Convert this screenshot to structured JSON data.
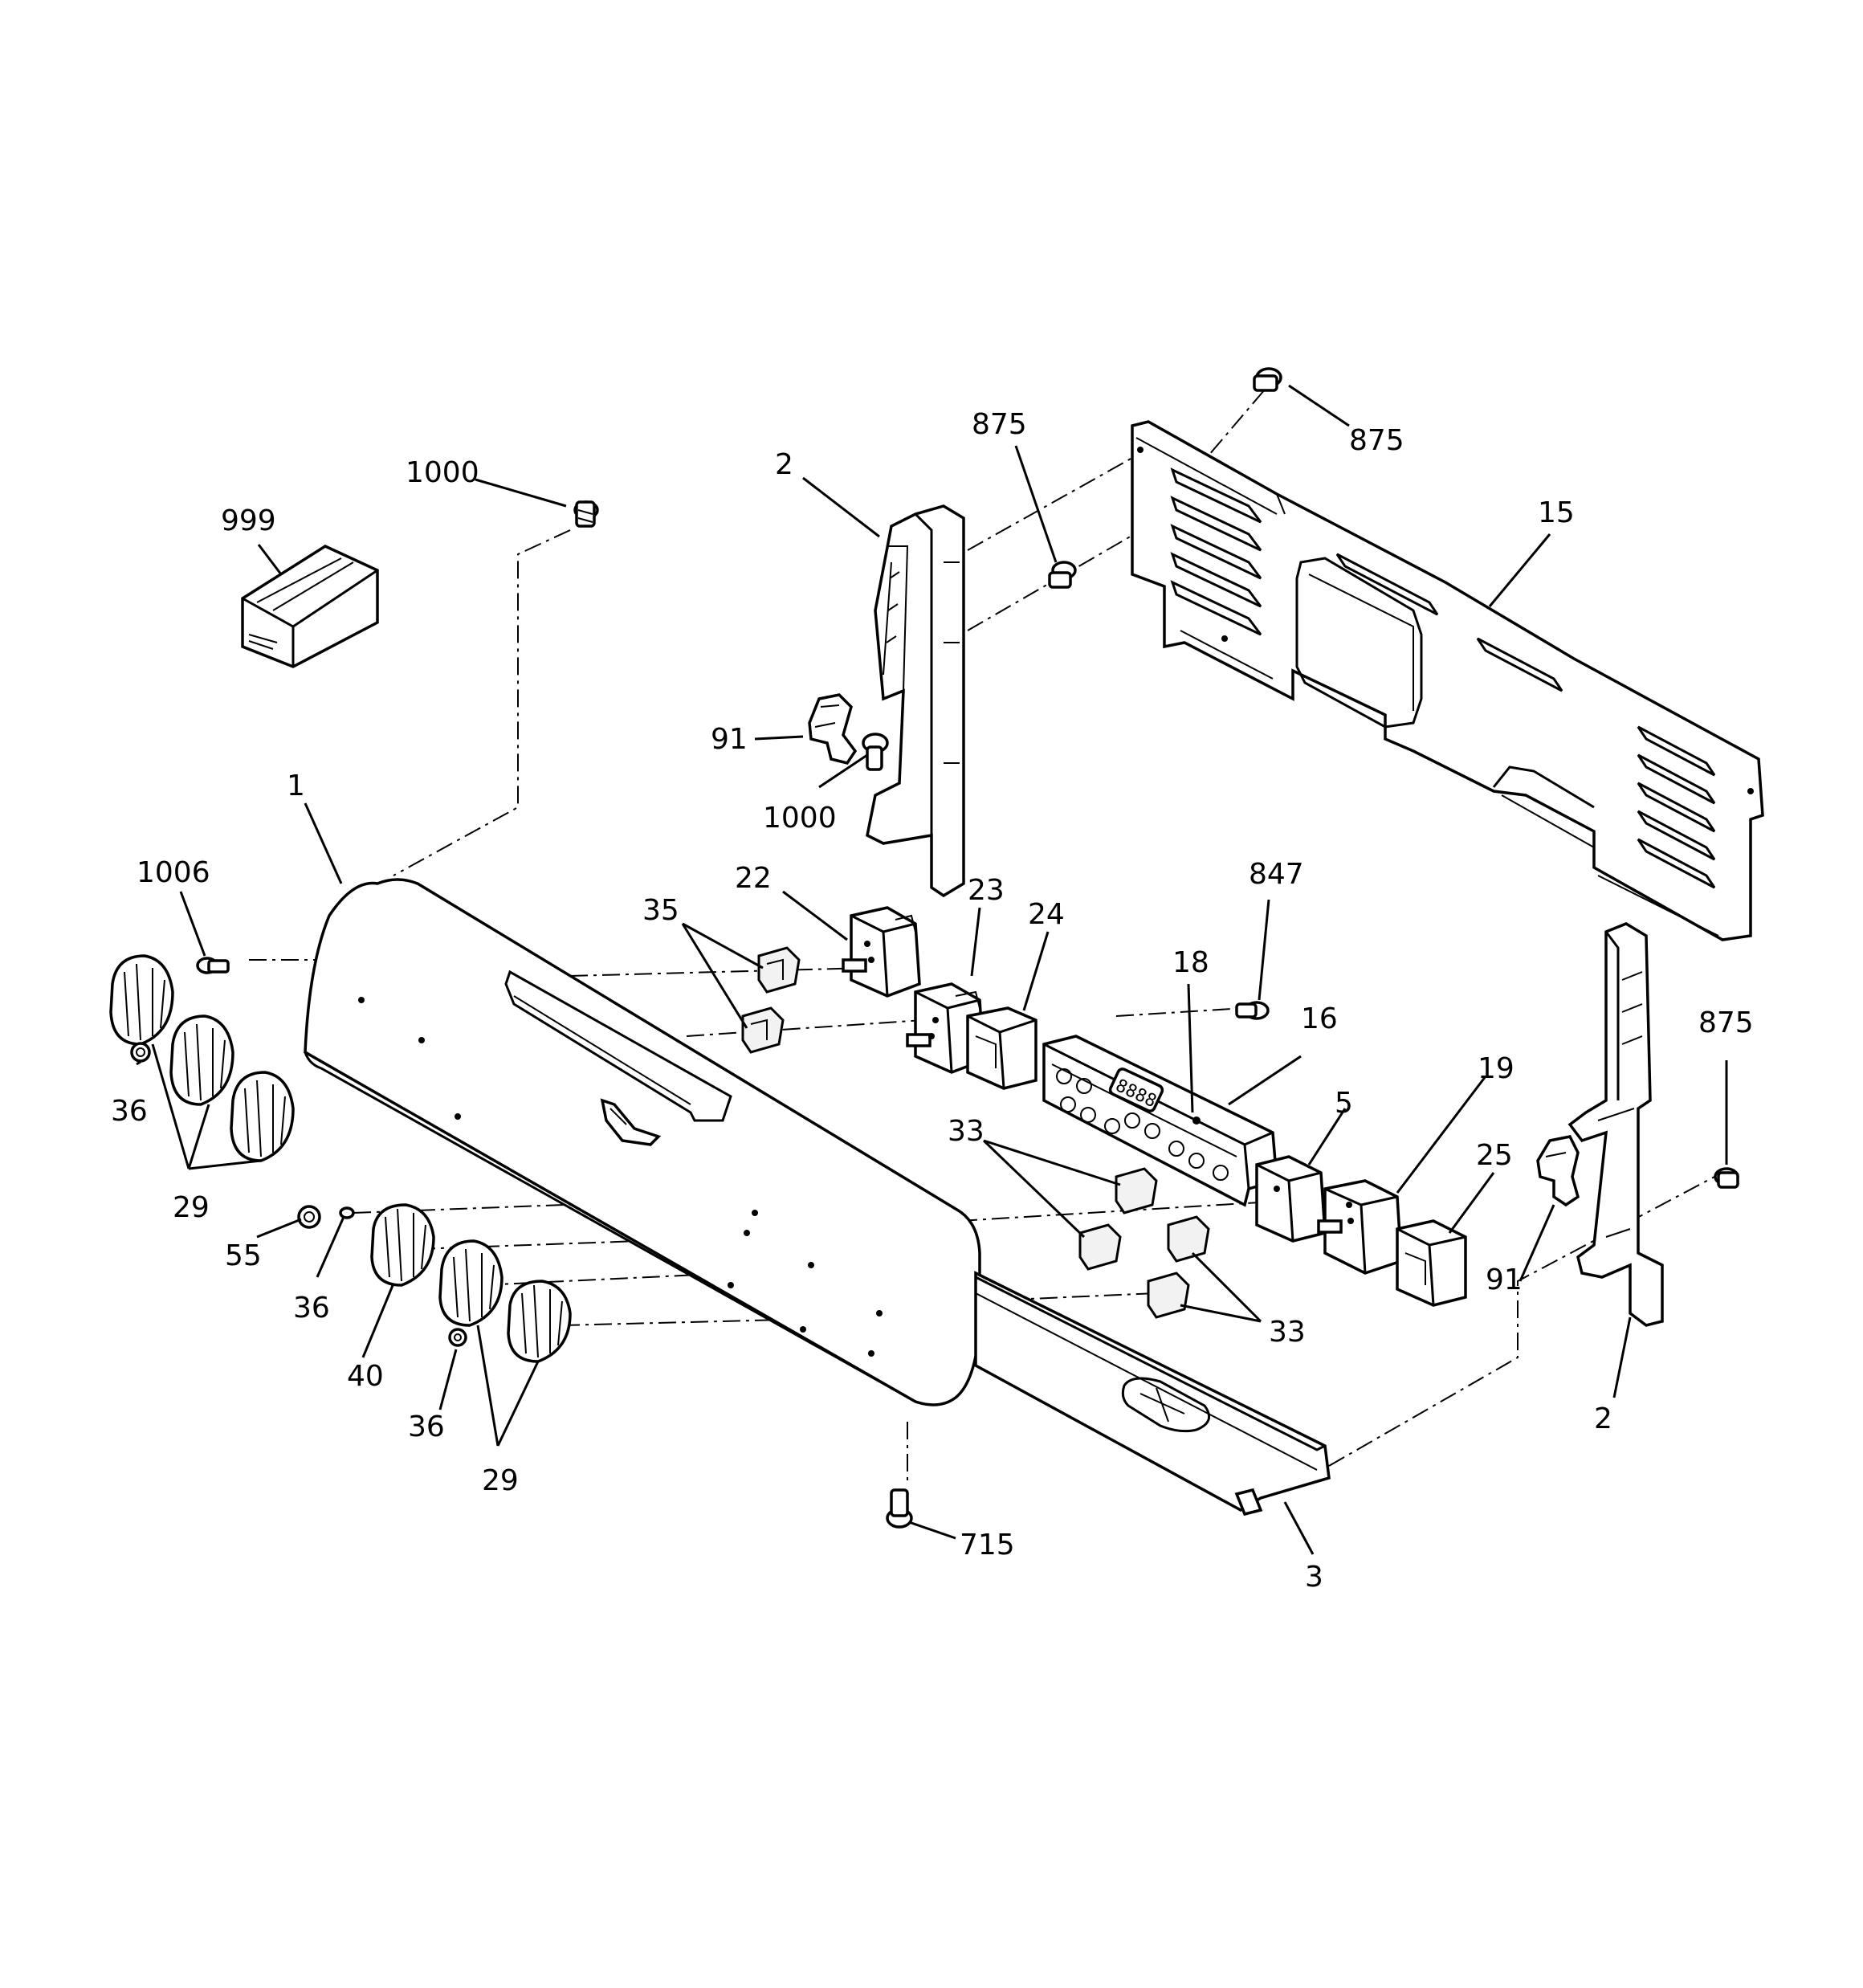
{
  "callouts": [
    {
      "id": "c999",
      "text": "999"
    },
    {
      "id": "c1000a",
      "text": "1000"
    },
    {
      "id": "c2a",
      "text": "2"
    },
    {
      "id": "c875a",
      "text": "875"
    },
    {
      "id": "c875b",
      "text": "875"
    },
    {
      "id": "c15",
      "text": "15"
    },
    {
      "id": "c91a",
      "text": "91"
    },
    {
      "id": "c1000b",
      "text": "1000"
    },
    {
      "id": "c1",
      "text": "1"
    },
    {
      "id": "c1006",
      "text": "1006"
    },
    {
      "id": "c22",
      "text": "22"
    },
    {
      "id": "c35",
      "text": "35"
    },
    {
      "id": "c23",
      "text": "23"
    },
    {
      "id": "c24",
      "text": "24"
    },
    {
      "id": "c847",
      "text": "847"
    },
    {
      "id": "c18",
      "text": "18"
    },
    {
      "id": "c16",
      "text": "16"
    },
    {
      "id": "c875c",
      "text": "875"
    },
    {
      "id": "c36a",
      "text": "36"
    },
    {
      "id": "c29a",
      "text": "29"
    },
    {
      "id": "c33a",
      "text": "33"
    },
    {
      "id": "c5",
      "text": "5"
    },
    {
      "id": "c19",
      "text": "19"
    },
    {
      "id": "c25",
      "text": "25"
    },
    {
      "id": "c55",
      "text": "55"
    },
    {
      "id": "c36b",
      "text": "36"
    },
    {
      "id": "c40",
      "text": "40"
    },
    {
      "id": "c91b",
      "text": "91"
    },
    {
      "id": "c33b",
      "text": "33"
    },
    {
      "id": "c36c",
      "text": "36"
    },
    {
      "id": "c29b",
      "text": "29"
    },
    {
      "id": "c2b",
      "text": "2"
    },
    {
      "id": "c715",
      "text": "715"
    },
    {
      "id": "c3",
      "text": "3"
    }
  ]
}
